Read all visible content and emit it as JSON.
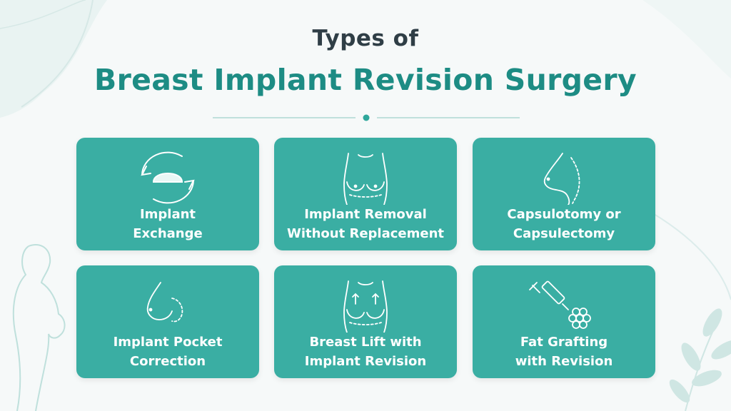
{
  "header": {
    "title_top": "Types of",
    "title_main": "Breast Implant Revision Surgery"
  },
  "colors": {
    "card": "#3aaea3",
    "title_accent": "#1d8c84",
    "title_dark": "#2f3e46"
  },
  "cards": [
    {
      "line1": "Implant",
      "line2": "Exchange",
      "icon": "implant-exchange-icon"
    },
    {
      "line1": "Implant Removal",
      "line2": "Without Replacement",
      "icon": "torso-front-icon"
    },
    {
      "line1": "Capsulotomy or",
      "line2": "Capsulectomy",
      "icon": "breast-side-profile-icon"
    },
    {
      "line1": "Implant Pocket",
      "line2": "Correction",
      "icon": "breast-pocket-icon"
    },
    {
      "line1": "Breast Lift with",
      "line2": "Implant Revision",
      "icon": "torso-lift-icon"
    },
    {
      "line1": "Fat Grafting",
      "line2": "with Revision",
      "icon": "syringe-fat-icon"
    }
  ]
}
